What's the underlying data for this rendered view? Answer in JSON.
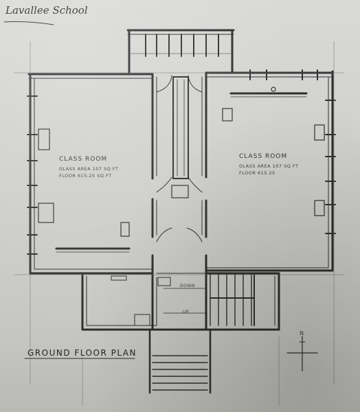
{
  "sheet": {
    "header_note": "Lavallee School",
    "plan_title": "GROUND FLOOR PLAN"
  },
  "rooms": [
    {
      "name": "CLASS ROOM",
      "glass_area": "GLASS AREA 107 SQ FT",
      "floor_area": "FLOOR 615.25 SQ FT"
    },
    {
      "name": "CLASS ROOM",
      "glass_area": "GLASS AREA 107 SQ FT",
      "floor_area": "FLOOR 615.25"
    }
  ],
  "stair_labels": {
    "down": "DOWN",
    "up": "UP"
  },
  "north_arrow": {
    "letter": "N"
  }
}
